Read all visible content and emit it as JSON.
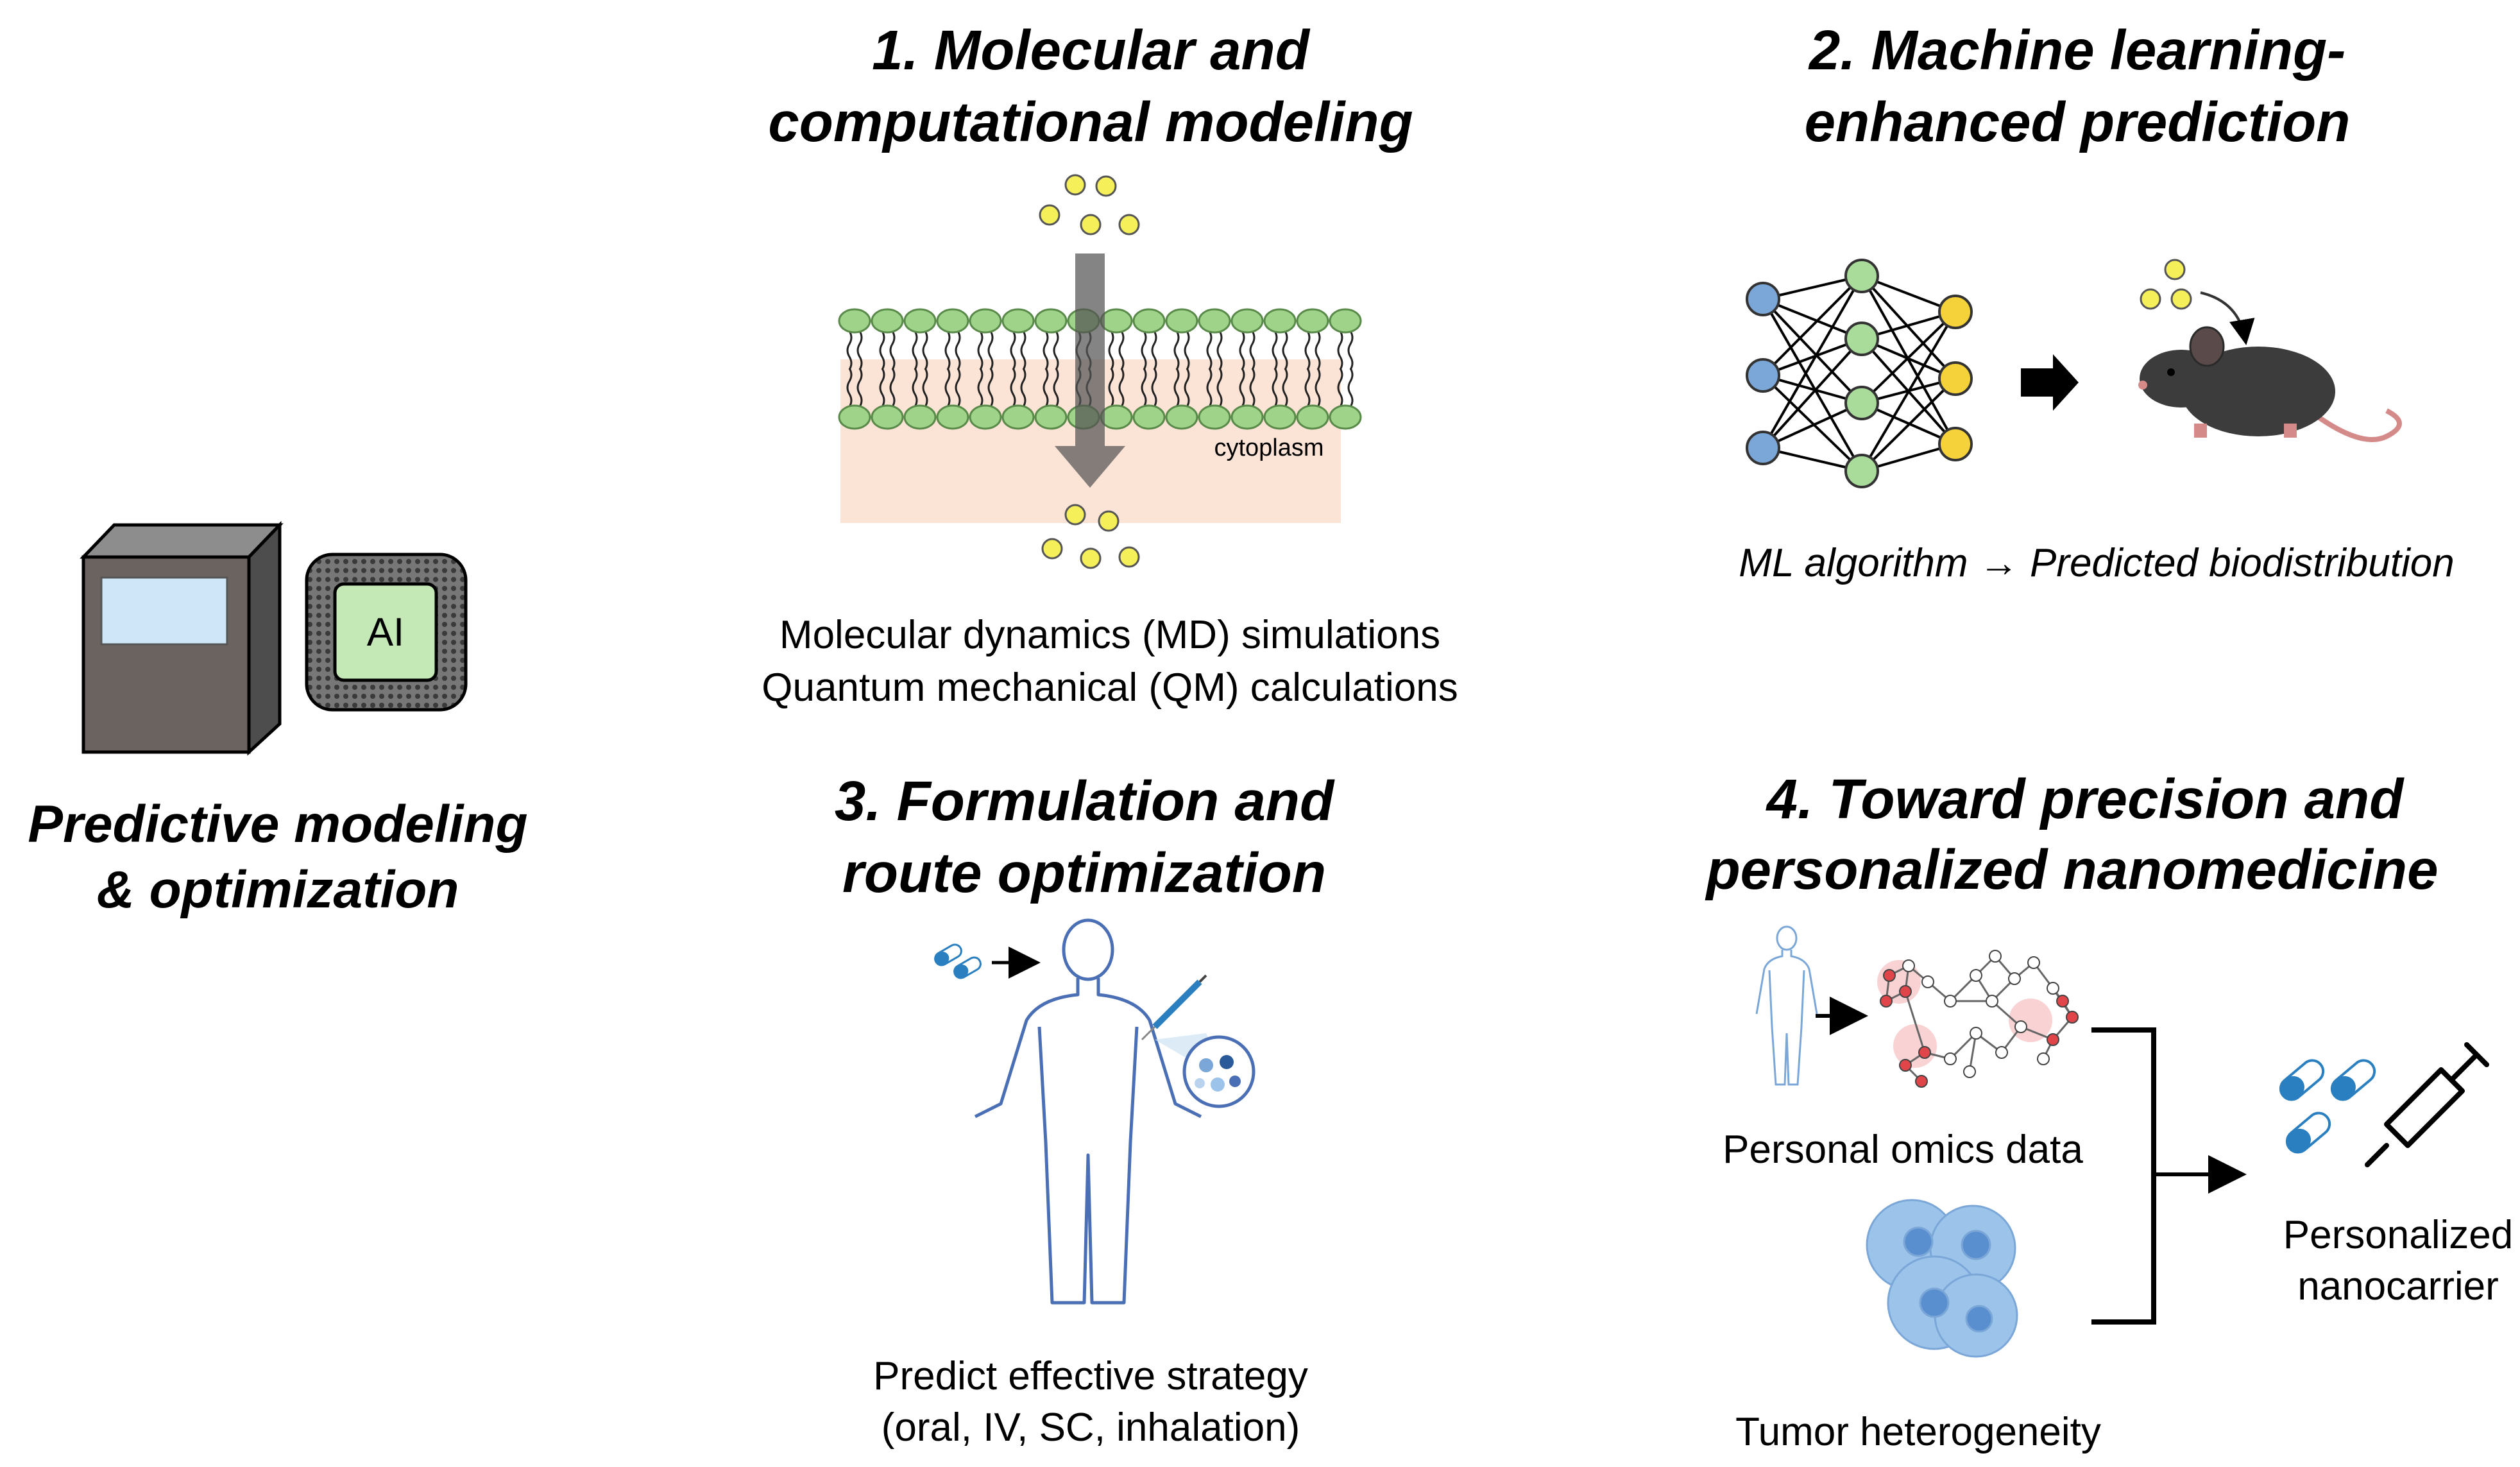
{
  "left": {
    "chip_label": "AI",
    "title_line1": "Predictive modeling",
    "title_line2": "& optimization"
  },
  "panel1": {
    "title_line1": "1. Molecular and",
    "title_line2": "computational modeling",
    "region_label": "cytoplasm",
    "caption_line1": "Molecular dynamics (MD) simulations",
    "caption_line2": "Quantum mechanical (QM) calculations"
  },
  "panel2": {
    "title_line1": "2. Machine learning-",
    "title_line2": "enhanced prediction",
    "caption": "ML algorithm → Predicted biodistribution"
  },
  "panel3": {
    "title_line1": "3. Formulation and",
    "title_line2": "route optimization",
    "caption_line1": "Predict effective strategy",
    "caption_line2": "(oral, IV, SC, inhalation)"
  },
  "panel4": {
    "title_line1": "4. Toward precision and",
    "title_line2": "personalized nanomedicine",
    "omics_label": "Personal omics data",
    "tumor_label": "Tumor heterogeneity",
    "output_line1": "Personalized",
    "output_line2": "nanocarrier"
  },
  "colors": {
    "membrane_head": "#9fd38a",
    "cytoplasm": "#fbe3d6",
    "particle": "#f5ef5a",
    "node_input": "#7aa7d8",
    "node_hidden": "#a9dc9a",
    "node_output": "#f5d23a",
    "chip_core": "#c5e8b7",
    "body_outline": "#4a6fb5",
    "capsule_blue": "#2a7fc1",
    "cell_blue": "#9cc4ea",
    "omics_red": "#e0454a"
  }
}
